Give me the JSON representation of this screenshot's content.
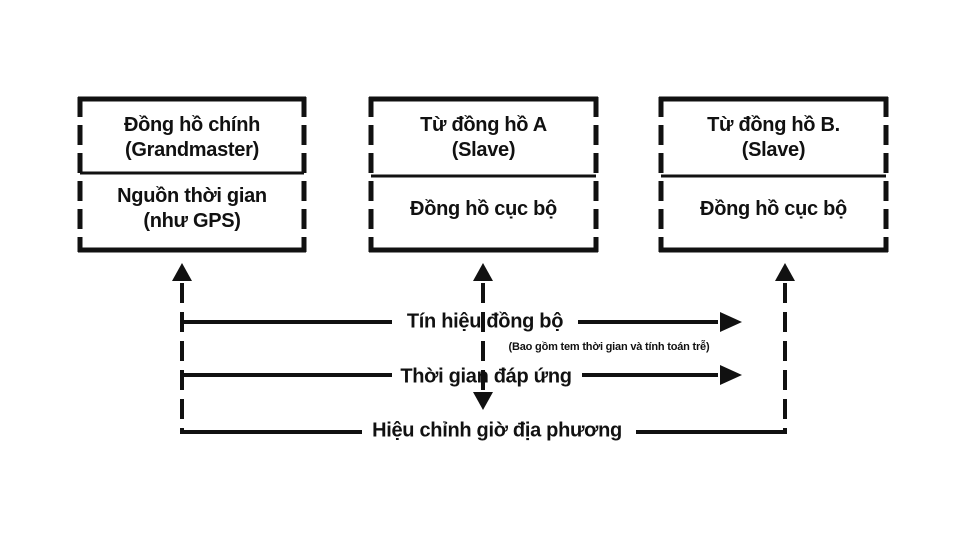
{
  "diagram": {
    "boxes": [
      {
        "top": "Đồng hồ chính\n(Grandmaster)",
        "bottom": "Nguồn thời gian\n(như GPS)"
      },
      {
        "top": "Từ đồng hồ A\n(Slave)",
        "bottom": "Đồng hồ cục bộ"
      },
      {
        "top": "Từ đồng hồ B.\n(Slave)",
        "bottom": "Đồng hồ cục bộ"
      }
    ],
    "signals": {
      "sync": "Tín hiệu đồng bộ",
      "sync_note": "(Bao gồm tem thời gian và tính toán trễ)",
      "response": "Thời gian đáp ứng",
      "correction": "Hiệu chỉnh giờ địa phương"
    },
    "colors": {
      "line": "#111111",
      "background": "#ffffff"
    }
  }
}
